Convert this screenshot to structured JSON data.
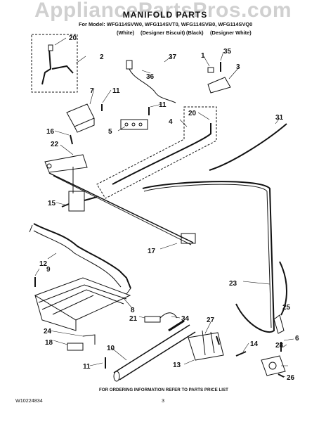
{
  "watermark": "AppliancePartsPros.com",
  "title": "MANIFOLD PARTS",
  "model_line": "For Model: WFG114SVW0, WFG114SVT0, WFG114SVB0, WFG114SVQ0",
  "colors": [
    "(White)",
    "(Designer Biscuit)",
    "(Black)",
    "(Designer White)"
  ],
  "callouts": [
    "20",
    "2",
    "7",
    "11",
    "16",
    "22",
    "15",
    "12",
    "9",
    "8",
    "24",
    "18",
    "11",
    "10",
    "1",
    "35",
    "3",
    "37",
    "36",
    "11",
    "5",
    "4",
    "20",
    "31",
    "17",
    "23",
    "21",
    "34",
    "27",
    "25",
    "14",
    "13",
    "6",
    "28",
    "26"
  ],
  "footer": {
    "ordering_note": "FOR ORDERING INFORMATION REFER TO PARTS PRICE LIST",
    "doc_number": "W10224834",
    "page_number": "3"
  }
}
